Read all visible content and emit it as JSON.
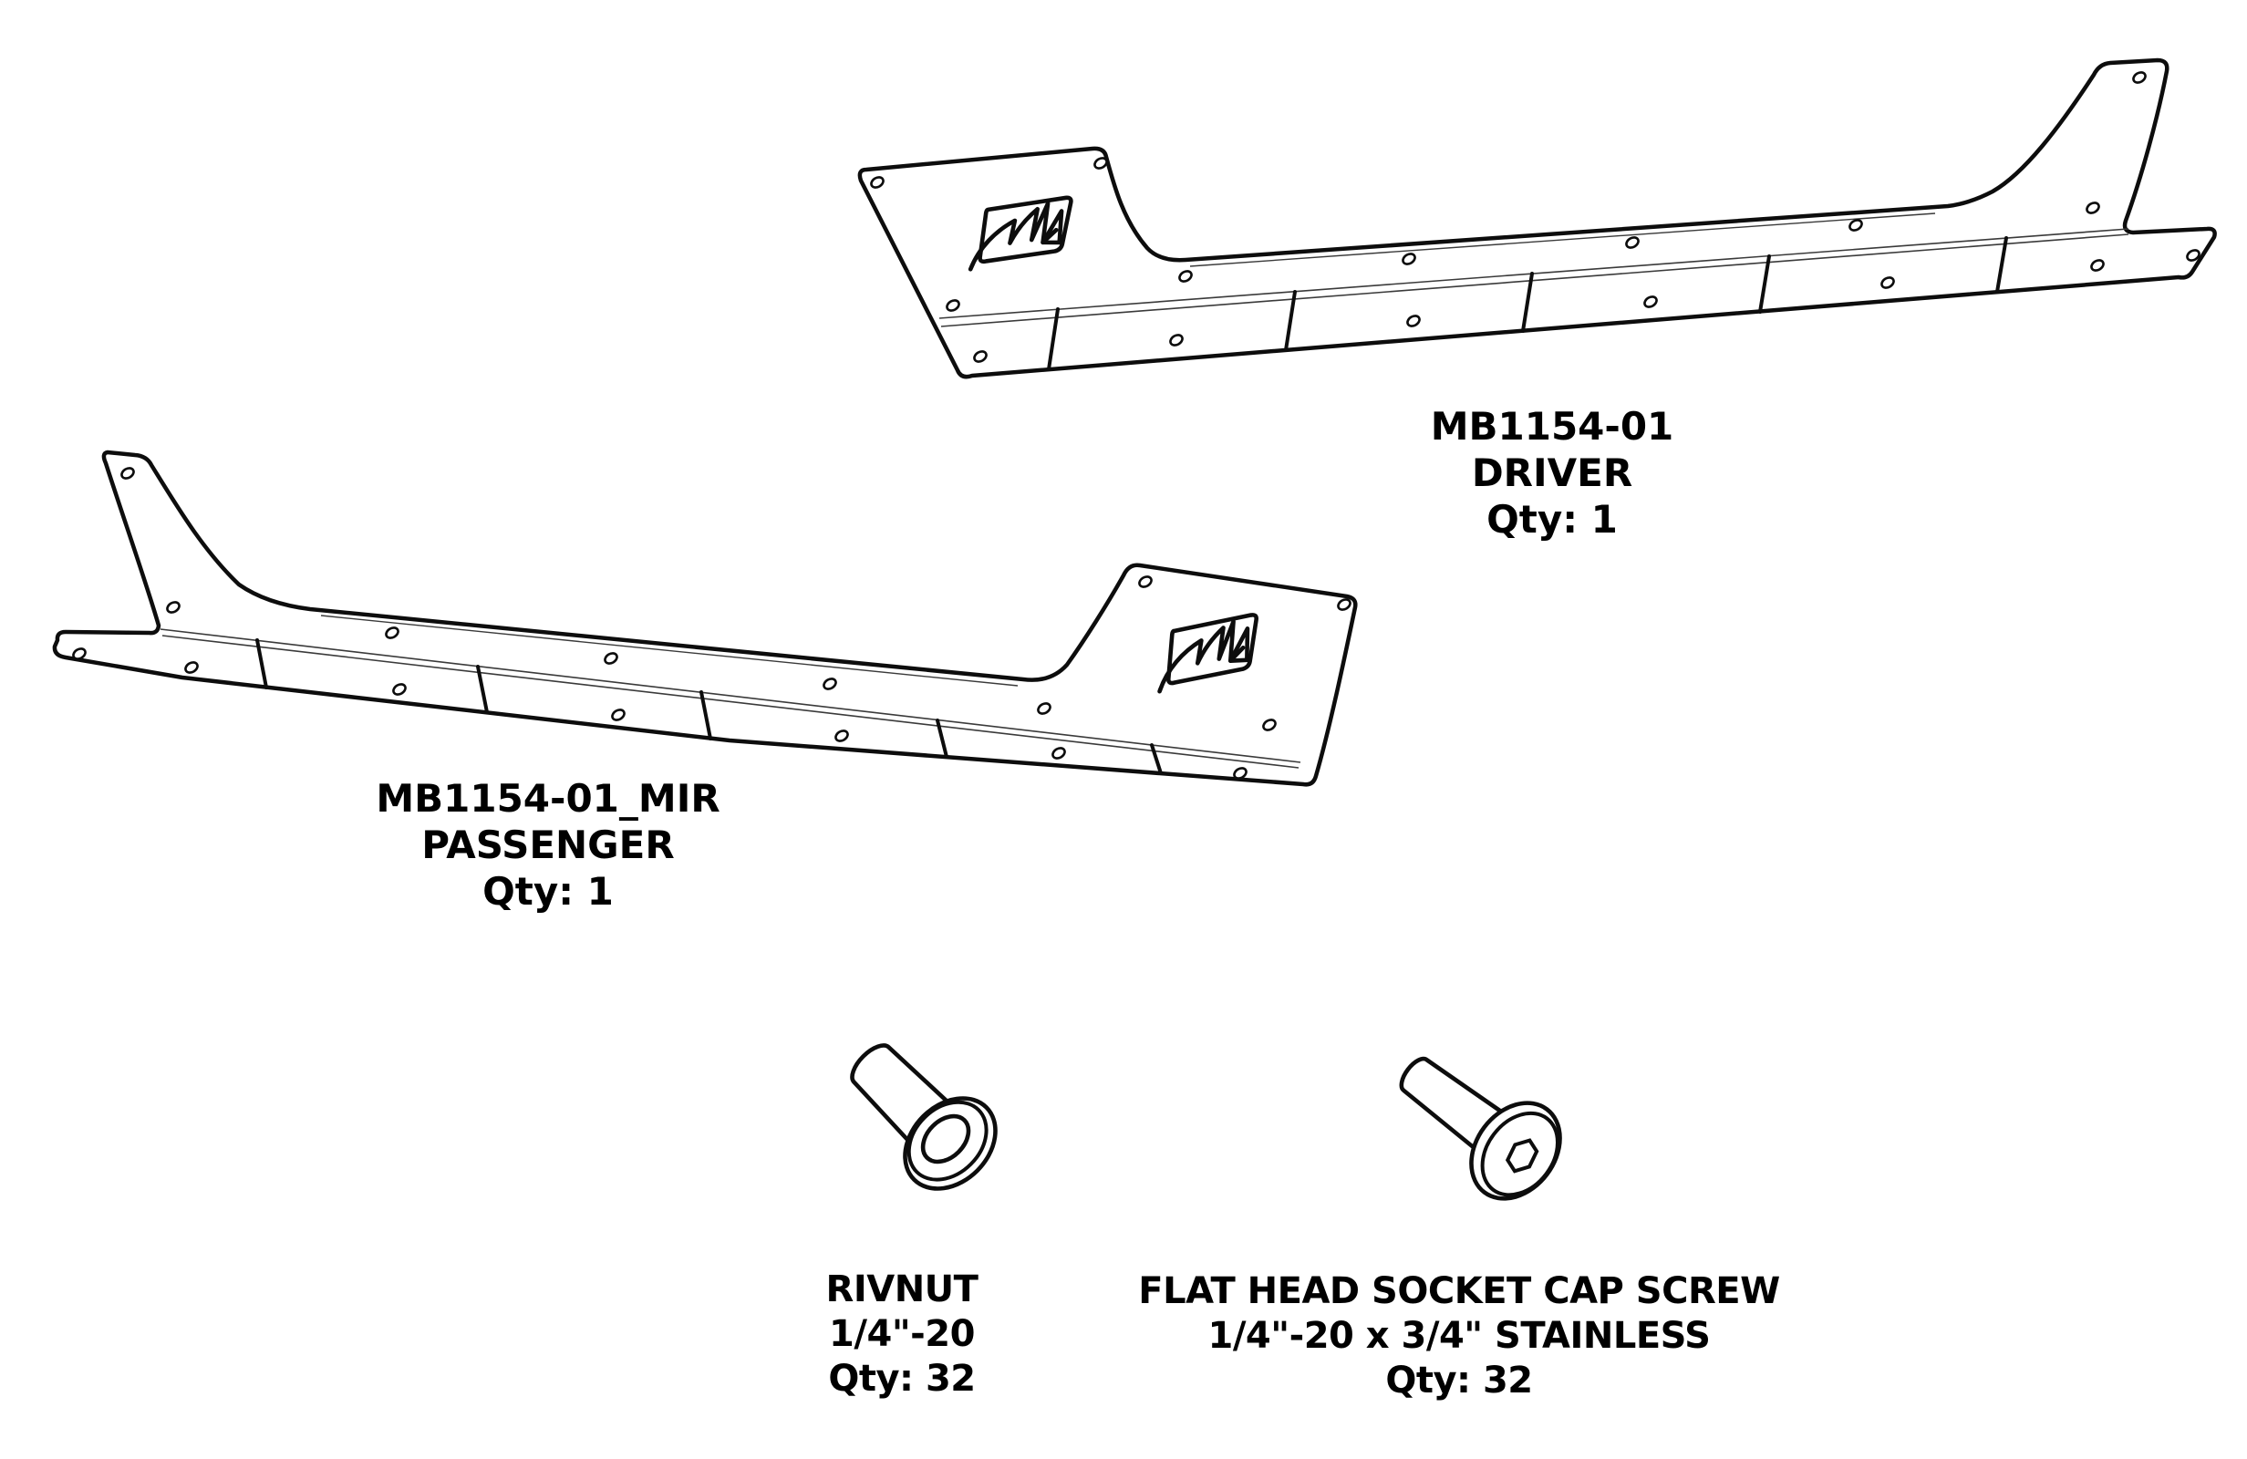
{
  "page": {
    "background_color": "#ffffff",
    "line_color": "#0d0d0d"
  },
  "parts": {
    "driver": {
      "part_number": "MB1154-01",
      "position": "DRIVER",
      "qty": "Qty: 1"
    },
    "passenger": {
      "part_number": "MB1154-01_MIR",
      "position": "PASSENGER",
      "qty": "Qty: 1"
    },
    "rivnut": {
      "name": "RIVNUT",
      "spec": "1/4\"-20",
      "qty": "Qty: 32"
    },
    "screw": {
      "name": "FLAT HEAD SOCKET CAP SCREW",
      "spec": "1/4\"-20 x 3/4\" STAINLESS",
      "qty": "Qty: 32"
    }
  },
  "icons": {
    "logo": "motobilt-flame-m-logo"
  }
}
